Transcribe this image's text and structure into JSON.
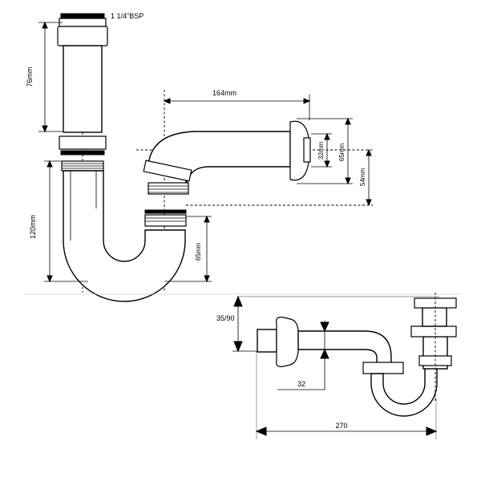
{
  "top_drawing": {
    "thread_label": "1 1/4\"BSP",
    "dim_tailpiece_height": "76mm",
    "dim_trap_height": "120mm",
    "dim_arm_length": "164mm",
    "dim_outlet_inner": "32mm",
    "dim_outlet_outer": "65mm",
    "dim_outlet_offset": "54mm",
    "dim_seal_depth": "65mm"
  },
  "bottom_drawing": {
    "dim_adjust_range": "35/90",
    "dim_diameter": "32",
    "dim_overall_length": "270"
  }
}
